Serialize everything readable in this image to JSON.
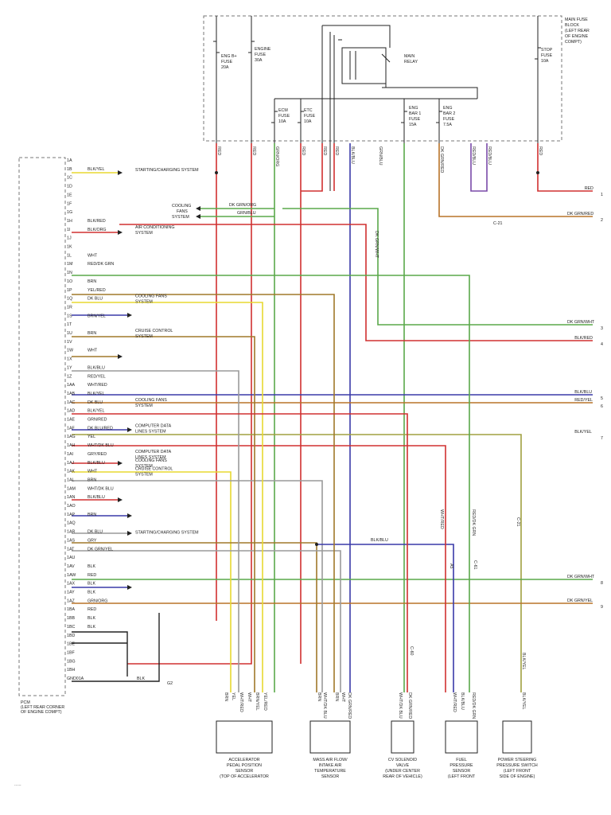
{
  "pcm": {
    "label_line1": "PCM",
    "label_line2": "(LEFT REAR CORNER",
    "label_line3": "OF ENGINE COMPT)"
  },
  "fuse_block": {
    "line1": "MAIN FUSE",
    "line2": "BLOCK",
    "line3": "(LEFT REAR",
    "line4": "OF ENGINE",
    "line5": "COMPT)"
  },
  "main_relay": {
    "line1": "MAIN",
    "line2": "RELAY"
  },
  "fuses": [
    {
      "id": "eng-bplus",
      "lines": [
        "ENG B+",
        "FUSE",
        "20A"
      ]
    },
    {
      "id": "engine",
      "lines": [
        "ENGINE",
        "FUSE",
        "30A"
      ]
    },
    {
      "id": "ecm",
      "lines": [
        "ECM",
        "FUSE",
        "10A"
      ]
    },
    {
      "id": "etc",
      "lines": [
        "ETC",
        "FUSE",
        "10A"
      ]
    },
    {
      "id": "eng-bar1",
      "lines": [
        "ENG",
        "BAR 1",
        "FUSE",
        "15A"
      ]
    },
    {
      "id": "eng-bar2",
      "lines": [
        "ENG",
        "BAR 2",
        "FUSE",
        "7.5A"
      ]
    },
    {
      "id": "stop",
      "lines": [
        "STOP",
        "FUSE",
        "10A"
      ]
    }
  ],
  "pins": [
    "1A",
    "1B",
    "1C",
    "1D",
    "1E",
    "1F",
    "1G",
    "1H",
    "1I",
    "1J",
    "1K",
    "1L",
    "1M",
    "1N",
    "1O",
    "1P",
    "1Q",
    "1R",
    "1S",
    "1T",
    "1U",
    "1V",
    "1W",
    "1X",
    "1Y",
    "1Z",
    "1AA",
    "1AB",
    "1AC",
    "1AD",
    "1AE",
    "1AF",
    "1AG",
    "1AH",
    "1AI",
    "1AJ",
    "1AK",
    "1AL",
    "1AM",
    "1AN",
    "1AO",
    "1AP",
    "1AQ",
    "1AR",
    "1AS",
    "1AT",
    "1AU",
    "1AV",
    "1AW",
    "1AX",
    "1AY",
    "1AZ",
    "1BA",
    "1BB",
    "1BC",
    "1BD",
    "1BE",
    "1BF",
    "1BG",
    "1BH",
    "GND01A"
  ],
  "pcm_wires": [
    {
      "color": "BLK/YEL",
      "target": "STARTING/CHARGING SYSTEM"
    },
    {
      "color": "BLK/RED",
      "target": ""
    },
    {
      "color": "BLK/ORG",
      "target": "AIR CONDITIONING SYSTEM"
    },
    {
      "color": "WHT",
      "target": ""
    },
    {
      "color": "RED/DK GRN",
      "target": ""
    },
    {
      "color": "BRN",
      "target": ""
    },
    {
      "color": "YEL/RED",
      "target": ""
    },
    {
      "color": "DK BLU",
      "target": "COOLING FANS SYSTEM"
    },
    {
      "color": "BRN/YEL",
      "target": ""
    },
    {
      "color": "BRN",
      "target": "CRUISE CONTROL SYSTEM"
    },
    {
      "color": "WHT",
      "target": ""
    },
    {
      "color": "BLK/BLU",
      "target": ""
    },
    {
      "color": "RED/YEL",
      "target": ""
    },
    {
      "color": "WHT/RED",
      "target": ""
    },
    {
      "color": "BLK/YEL",
      "target": ""
    },
    {
      "color": "DK BLU",
      "target": "COOLING FANS SYSTEM"
    },
    {
      "color": "BLK/YEL",
      "target": ""
    },
    {
      "color": "GRN/RED",
      "target": ""
    },
    {
      "color": "DK BLU/RED",
      "target": "COMPUTER DATA LINES SYSTEM"
    },
    {
      "color": "YEL",
      "target": ""
    },
    {
      "color": "WHT/DK BLU",
      "target": ""
    },
    {
      "color": "GRY/RED",
      "target": "COMPUTER DATA LINES SYSTEM"
    },
    {
      "color": "BLK/BLU",
      "target": "COOLING FANS SYSTEM"
    },
    {
      "color": "WHT",
      "target": "CRUISE CONTROL SYSTEM"
    },
    {
      "color": "BRN",
      "target": ""
    },
    {
      "color": "WHT/DK BLU",
      "target": ""
    },
    {
      "color": "BLK/BLU",
      "target": ""
    },
    {
      "color": "BRN",
      "target": ""
    },
    {
      "color": "DK BLU",
      "target": "STARTING/CHARGING SYSTEM"
    },
    {
      "color": "GRY",
      "target": ""
    },
    {
      "color": "DK GRN/YEL",
      "target": ""
    },
    {
      "color": "BLK",
      "target": ""
    },
    {
      "color": "RED",
      "target": ""
    },
    {
      "color": "BLK",
      "target": ""
    },
    {
      "color": "BLK",
      "target": ""
    },
    {
      "color": "GRN/ORG",
      "target": ""
    },
    {
      "color": "RED",
      "target": ""
    },
    {
      "color": "BLK",
      "target": ""
    },
    {
      "color": "BLK",
      "target": ""
    }
  ],
  "cooling_fans": {
    "line1": "COOLING",
    "line2": "FANS",
    "line3": "SYSTEM",
    "wire1": "DK GRN/ORG",
    "wire2": "GRN/BLU"
  },
  "vertical_wire_labels": [
    "RED",
    "RED",
    "GRN/ORG",
    "RED",
    "RED",
    "RED",
    "BLK/BLU",
    "GRN/BLU",
    "DK GRN/RED",
    "RED/BLU",
    "RED/BLU",
    "RED",
    "DK GRN/WHT",
    "WHT/RED",
    "RED/DK GRN",
    "BLK/YEL"
  ],
  "right_outputs": [
    {
      "color": "RED",
      "num": "1"
    },
    {
      "color": "DK GRN/RED",
      "num": "2"
    },
    {
      "color": "DK GRN/WHT",
      "num": "3"
    },
    {
      "color": "BLK/RED",
      "num": "4"
    },
    {
      "color": "BLK/BLU",
      "num": "5"
    },
    {
      "color": "RED/YEL",
      "num": "6"
    },
    {
      "color": "BLK/YEL",
      "num": "7"
    },
    {
      "color": "DK GRN/WHT",
      "num": "8"
    },
    {
      "color": "DK GRN/YEL",
      "num": "9"
    }
  ],
  "connectors": {
    "c21a": "C-21",
    "c21b": "C-21",
    "c60": "C-60",
    "c61": "C-61",
    "g2": "G2",
    "a5": "A5",
    "blk": "BLK",
    "blk_blu": "BLK/BLU"
  },
  "sensors": [
    {
      "id": "accelerator",
      "lines": [
        "ACCELERATOR",
        "PEDAL POSITION",
        "SENSOR",
        "(TOP OF ACCELERATOR"
      ],
      "wires": [
        "BRN",
        "YEL",
        "WHT/RED",
        "WHT",
        "BRN/YEL",
        "YEL/RED"
      ]
    },
    {
      "id": "maf",
      "lines": [
        "MASS AIR FLOW/",
        "INTAKE AIR",
        "TEMPERATURE",
        "SENSOR"
      ],
      "wires": [
        "BRN",
        "WHT/DK BLU",
        "BRN",
        "WHT",
        "DK GRN/RED"
      ]
    },
    {
      "id": "cv-solenoid",
      "lines": [
        "CV SOLENOID",
        "VALVE",
        "(UNDER CENTER",
        "REAR OF VEHICLE)"
      ],
      "wires": [
        "WHT/DK BLU",
        "DK GRN/RED"
      ]
    },
    {
      "id": "fuel-pressure",
      "lines": [
        "FUEL",
        "PRESSURE",
        "SENSOR",
        "(LEFT FRONT"
      ],
      "wires": [
        "WHT/RED",
        "BLK/BLU",
        "RED/DK GRN"
      ]
    },
    {
      "id": "ps-switch",
      "lines": [
        "POWER STEERING",
        "PRESSURE SWITCH",
        "(LEFT FRONT",
        "SIDE OF ENGINE)"
      ],
      "wires": [
        "BLK/YEL"
      ]
    }
  ],
  "wire_colors": {
    "red": "#d03030",
    "orange": "#b87328",
    "green": "#5aa84a",
    "blue": "#3a3aa8",
    "purple": "#7a4aa8",
    "yellow": "#e8d830",
    "grey": "#9a9a9a",
    "brown": "#a0782a",
    "black": "#222222",
    "olive": "#a0a040"
  }
}
